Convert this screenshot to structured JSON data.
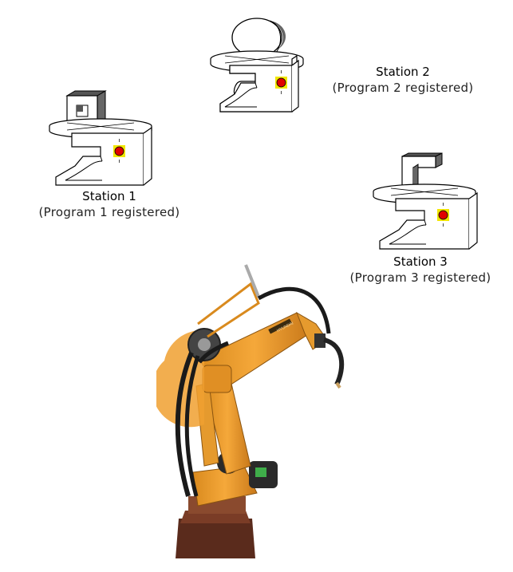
{
  "stations": [
    {
      "name": "Station 1",
      "subtitle": "(Program 1 registered)",
      "workpiece": "square-frame"
    },
    {
      "name": "Station 2",
      "subtitle": "(Program 2 registered)",
      "workpiece": "cylinder"
    },
    {
      "name": "Station 3",
      "subtitle": "(Program 3 registered)",
      "workpiece": "bracket"
    }
  ],
  "robot": {
    "type": "welding-robot",
    "brand_text": "HYUNDAI",
    "body_color": "#f0a030"
  },
  "colors": {
    "stop_button": "#e00000",
    "stop_ring": "#f2e600",
    "outline": "#000000"
  }
}
